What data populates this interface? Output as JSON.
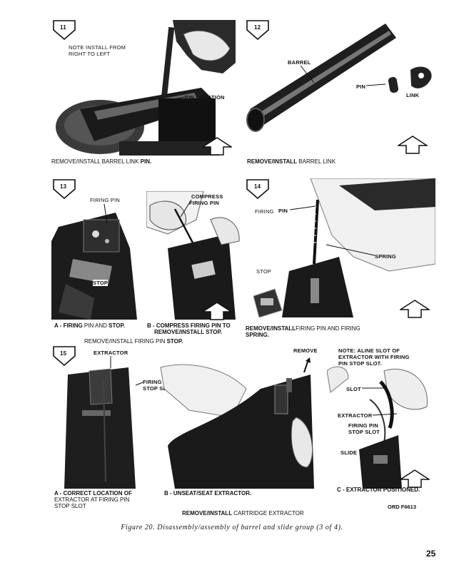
{
  "panels": {
    "p11": {
      "step": "11",
      "note": [
        "NOTE  INSTALL FROM",
        "RIGHT  TO  LEFT"
      ],
      "label_pin_location": "PIN LOCATION",
      "caption": [
        "REMOVE/INSTALL  BARREL LINK ",
        "PIN."
      ]
    },
    "p12": {
      "step": "12",
      "label_barrel": "BARREL",
      "label_pin": "PIN",
      "label_link": "LINK",
      "caption": [
        "REMOVE/INSTALL",
        "  BARREL  LINK"
      ]
    },
    "p13": {
      "step": "13",
      "label_firing_pin": "FIRING  PIN",
      "label_stop": "STOP",
      "label_compress": [
        "COMPRESS",
        "FIRING PIN"
      ],
      "caption_a": [
        "A - FIRING ",
        "PIN  AND  ",
        "STOP."
      ],
      "caption_b": [
        "B - COMPRESS FIRING PIN TO",
        "REMOVE/INSTALL STOP."
      ],
      "caption_main": [
        "REMOVE/INSTALL  FIRING  PIN  ",
        "STOP."
      ]
    },
    "p14": {
      "step": "14",
      "label_firing": "FIRING",
      "label_pin": "PIN",
      "label_spring": "SPRING",
      "label_stop": "STOP",
      "caption": [
        "REMOVE/INSTALL",
        "FIRING  PIN  AND  FIRING",
        "SPRING."
      ]
    },
    "p15": {
      "step": "15",
      "label_extractor": "EXTRACTOR",
      "label_fp_slot": [
        "FIRING PIN",
        "STOP SLOT"
      ],
      "label_remove": "REMOVE",
      "note": [
        "NOTE:  ALINE SLOT OF",
        "EXTRACTOR WITH FIRING",
        "PIN STOP SLOT."
      ],
      "label_slot": "SLOT",
      "label_extractor2": "EXTRACTOR",
      "label_fp_slot2": [
        "FIRING PIN",
        "STOP SLOT"
      ],
      "label_slide": "SLIDE",
      "caption_a": [
        "A - CORRECT LOCATION OF",
        "EXTRACTOR AT FIRING  PIN",
        "STOP  SLOT"
      ],
      "caption_b": "B - UNSEAT/SEAT EXTRACTOR.",
      "caption_c": "C - EXTRACTOR POSITIONED.",
      "caption_main": [
        "REMOVE/INSTALL",
        " CARTRIDGE EXTRACTOR"
      ]
    }
  },
  "ord_number": "ORD F6613",
  "figure_caption": "Figure 20. Disassembly/assembly of barrel and slide group (3 of 4).",
  "page_number": "25"
}
